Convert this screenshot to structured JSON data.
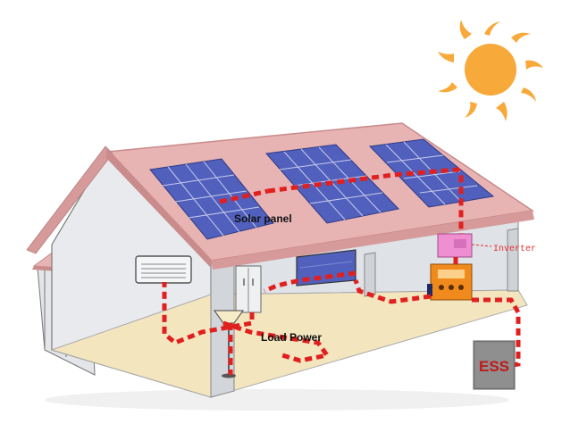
{
  "labels": {
    "solar_panel": "Solar panel",
    "load_power": "Load Power",
    "inverter": "Inverter",
    "ess": "ESS"
  },
  "colors": {
    "roof": "#e7b3b3",
    "roof_edge": "#c98b8b",
    "wall": "#e9ebee",
    "floor": "#f3e6bf",
    "panel": "#5160bd",
    "panel_grid": "#c6cbea",
    "wire": "#e11f1f",
    "sun": "#f7a93a",
    "inverter": "#ef8fd2",
    "ess_box": "#858585"
  },
  "icons": {
    "sun": "sun-icon",
    "lamp": "floor-lamp-icon",
    "air_conditioner": "air-conditioner-icon",
    "fridge": "fridge-icon",
    "tv": "tv-icon",
    "controller": "charge-controller-icon"
  }
}
